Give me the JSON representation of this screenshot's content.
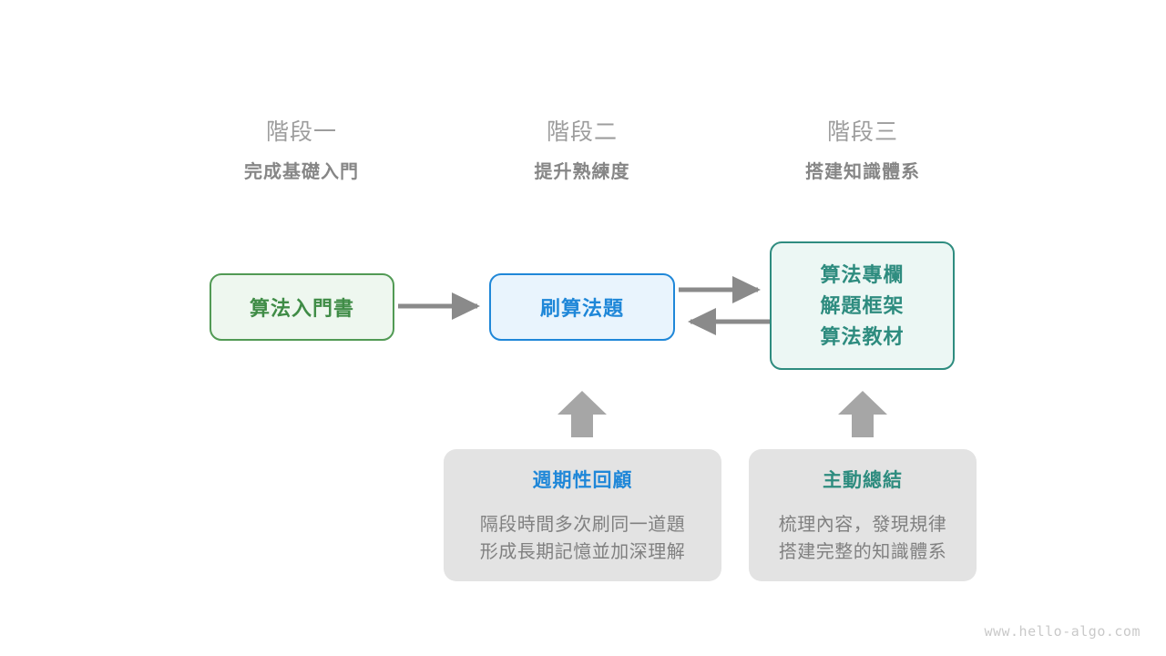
{
  "watermark": "www.hello-algo.com",
  "stages": [
    {
      "name": "階段一",
      "goal": "完成基礎入門"
    },
    {
      "name": "階段二",
      "goal": "提升熟練度"
    },
    {
      "name": "階段三",
      "goal": "搭建知識體系"
    }
  ],
  "resources": {
    "intro_book": {
      "label": "算法入門書",
      "color": "#3f8c46"
    },
    "practice": {
      "label": "刷算法題",
      "color": "#1f87d8"
    },
    "advanced": {
      "line1": "算法專欄",
      "line2": "解題框架",
      "line3": "算法教材",
      "color": "#2e8c7f"
    }
  },
  "methods": [
    {
      "title": "週期性回顧",
      "desc_line1": "隔段時間多次刷同一道題",
      "desc_line2": "形成長期記憶並加深理解"
    },
    {
      "title": "主動總結",
      "desc_line1": "梳理內容，發現規律",
      "desc_line2": "搭建完整的知識體系"
    }
  ],
  "arrow_color": "#8a8a8a"
}
